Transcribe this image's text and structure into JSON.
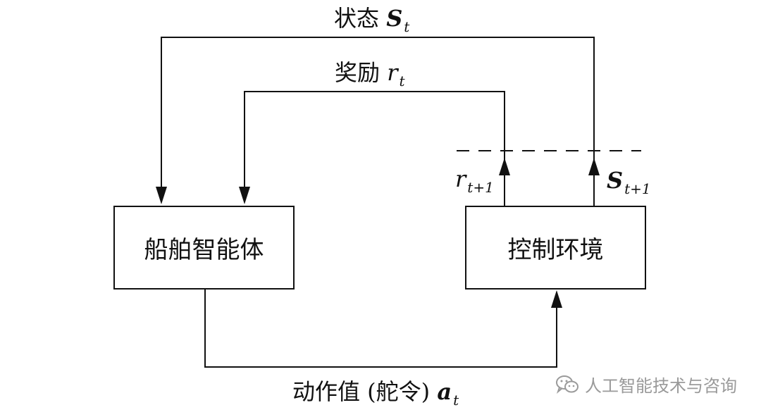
{
  "nodes": {
    "agent": "船舶智能体",
    "environment": "控制环境"
  },
  "edges": {
    "state": {
      "prefix": "状态",
      "symbol": "S",
      "subscript": "t"
    },
    "reward": {
      "prefix": "奖励",
      "symbol": "r",
      "subscript": "t"
    },
    "next_reward": {
      "symbol": "r",
      "subscript": "t+1"
    },
    "next_state": {
      "symbol": "S",
      "subscript": "t+1"
    },
    "action": {
      "prefix": "动作值 (舵令)",
      "symbol": "a",
      "subscript": "t"
    }
  },
  "watermark": "人工智能技术与咨询",
  "icons": {
    "watermark": "wechat-icon"
  }
}
